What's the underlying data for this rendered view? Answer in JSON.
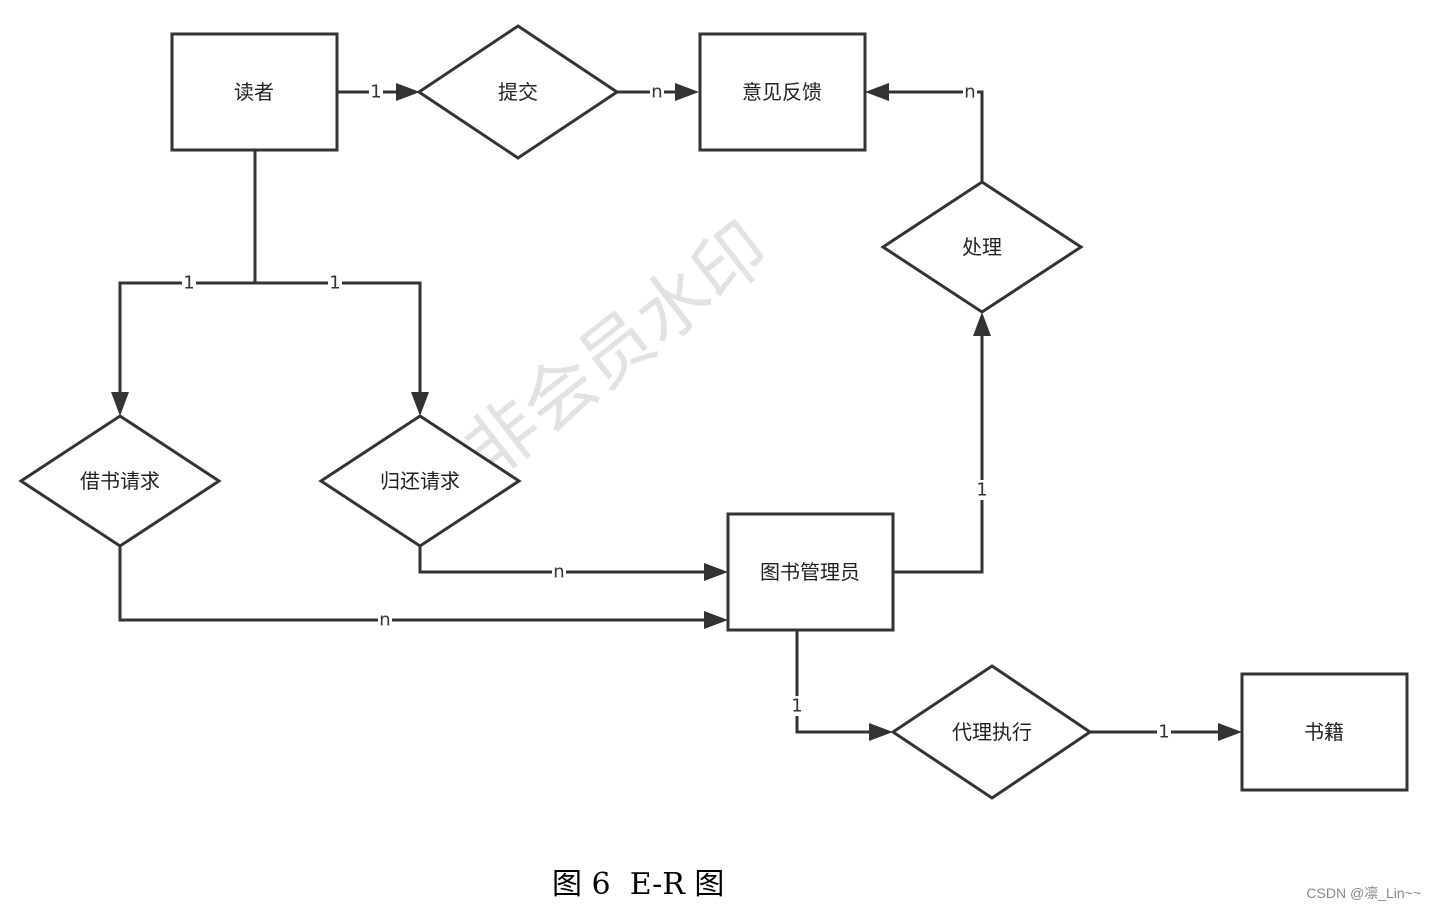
{
  "entities": {
    "reader": "读者",
    "feedback": "意见反馈",
    "librarian": "图书管理员",
    "book": "书籍"
  },
  "relationships": {
    "submit": "提交",
    "handle": "处理",
    "borrow_request": "借书请求",
    "return_request": "归还请求",
    "proxy_execute": "代理执行"
  },
  "cardinalities": {
    "reader_submit": "1",
    "submit_feedback": "n",
    "handle_feedback": "n",
    "reader_borrow": "1",
    "reader_return": "1",
    "return_librarian": "n",
    "borrow_librarian": "n",
    "librarian_handle": "1",
    "librarian_proxy": "1",
    "proxy_book": "1"
  },
  "watermark": "非会员水印",
  "caption": "图 6  E-R 图",
  "credit": "CSDN @凛_Lin~~",
  "colors": {
    "stroke": "#333333",
    "background": "#ffffff",
    "watermark": "#e2e2e2"
  }
}
